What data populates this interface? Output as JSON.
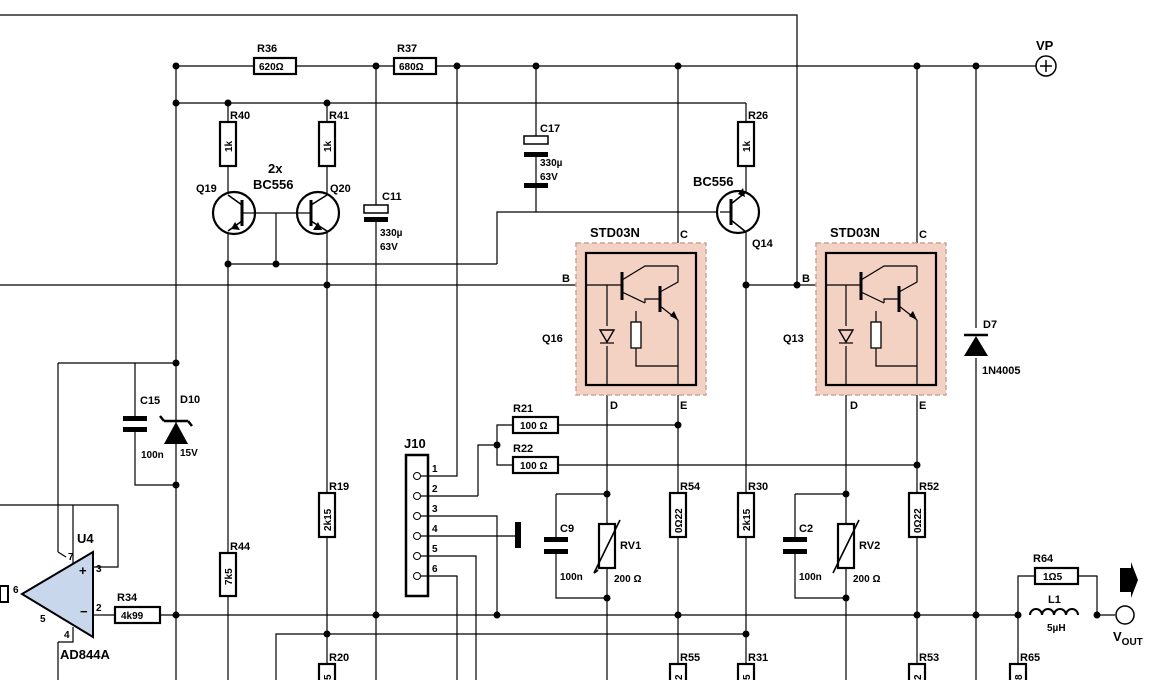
{
  "resistors": {
    "r36": {
      "ref": "R36",
      "value": "620Ω"
    },
    "r37": {
      "ref": "R37",
      "value": "680Ω"
    },
    "r40": {
      "ref": "R40",
      "value": "1k"
    },
    "r41": {
      "ref": "R41",
      "value": "1k"
    },
    "r26": {
      "ref": "R26",
      "value": "1k"
    },
    "r44": {
      "ref": "R44",
      "value": "7k5"
    },
    "r19": {
      "ref": "R19",
      "value": "2k15"
    },
    "r20": {
      "ref": "R20",
      "value": "5"
    },
    "r21": {
      "ref": "R21",
      "value": "100 Ω"
    },
    "r22": {
      "ref": "R22",
      "value": "100 Ω"
    },
    "r54": {
      "ref": "R54",
      "value": "0Ω22"
    },
    "r55": {
      "ref": "R55",
      "value": "2"
    },
    "r30": {
      "ref": "R30",
      "value": "2k15"
    },
    "r31": {
      "ref": "R31",
      "value": "5"
    },
    "r52": {
      "ref": "R52",
      "value": "0Ω22"
    },
    "r53": {
      "ref": "R53",
      "value": "2"
    },
    "r34": {
      "ref": "R34",
      "value": "4k99"
    },
    "r64": {
      "ref": "R64",
      "value": "1Ω5"
    },
    "r65": {
      "ref": "R65",
      "value": "8"
    }
  },
  "capacitors": {
    "c17": {
      "ref": "C17",
      "value": "330µ",
      "voltage": "63V"
    },
    "c11": {
      "ref": "C11",
      "value": "330µ",
      "voltage": "63V"
    },
    "c15": {
      "ref": "C15",
      "value": "100n"
    },
    "c9": {
      "ref": "C9",
      "value": "100n"
    },
    "c2": {
      "ref": "C2",
      "value": "100n"
    }
  },
  "transistors": {
    "q19": {
      "ref": "Q19"
    },
    "q20": {
      "ref": "Q20"
    },
    "pair_note": "2x",
    "pair_type": "BC556",
    "q14": {
      "ref": "Q14",
      "type": "BC556"
    },
    "q16": {
      "ref": "Q16",
      "type": "STD03N"
    },
    "q13": {
      "ref": "Q13",
      "type": "STD03N"
    }
  },
  "pins": {
    "b": "B",
    "c": "C",
    "d": "D",
    "e": "E"
  },
  "diodes": {
    "d10": {
      "ref": "D10",
      "value": "15V"
    },
    "d7": {
      "ref": "D7",
      "value": "1N4005"
    }
  },
  "pots": {
    "rv1": {
      "ref": "RV1",
      "value": "200 Ω"
    },
    "rv2": {
      "ref": "RV2",
      "value": "200 Ω"
    }
  },
  "connector": {
    "ref": "J10",
    "pins": [
      "1",
      "2",
      "3",
      "4",
      "5",
      "6"
    ]
  },
  "opamp": {
    "ref": "U4",
    "type": "AD844A",
    "pins": {
      "p7": "7",
      "p3": "3",
      "p6": "6",
      "p2": "2",
      "p5": "5",
      "p4": "4"
    },
    "plus": "+",
    "minus": "−"
  },
  "inductor": {
    "ref": "L1",
    "value": "5µH"
  },
  "supply": {
    "vp": "VP",
    "vout": "V",
    "vout_sub": "OUT"
  },
  "colors": {
    "transistor_fill": "#f3d2c4",
    "transistor_border": "#c8a597",
    "opamp_fill": "#c9d7ec"
  }
}
